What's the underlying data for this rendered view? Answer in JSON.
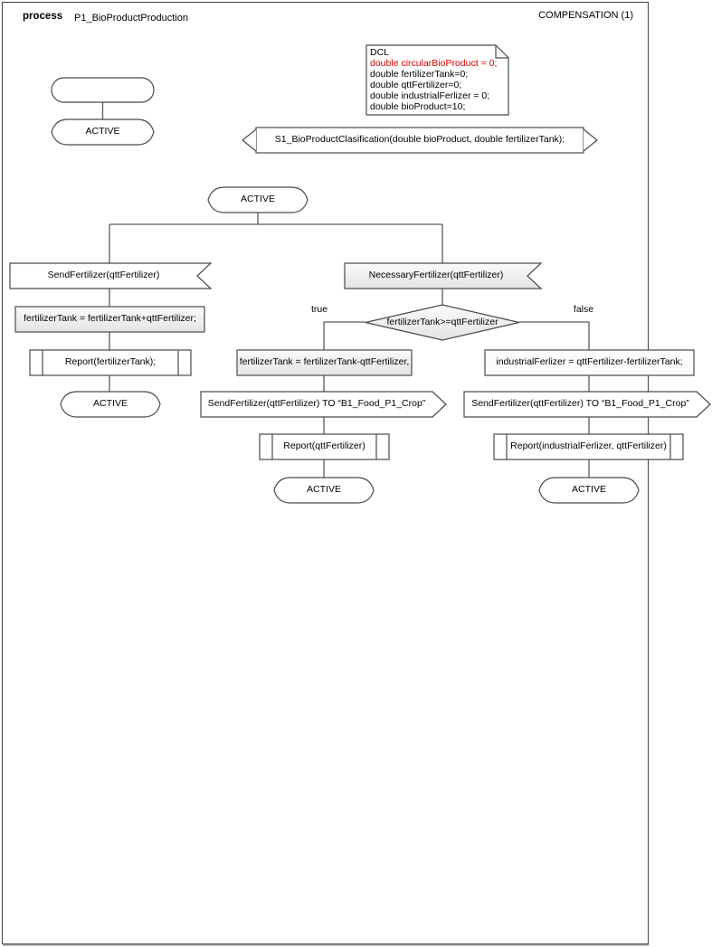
{
  "header": {
    "kind_label": "process",
    "process_name": "P1_BioProductProduction",
    "page_label": "COMPENSATION (1)"
  },
  "colors": {
    "shape_border": "#4a4a4a",
    "connector": "#5a5a5a",
    "declaration_red": "#d40000",
    "gray_fill_top": "#fbfbfb",
    "gray_fill_bottom": "#e4e4e4"
  },
  "declaration_note": {
    "title": "DCL",
    "lines": [
      {
        "text": "double circularBioProduct = 0;",
        "color": "#d40000"
      },
      {
        "text": "double fertilizerTank=0;",
        "color": "#000000"
      },
      {
        "text": "double qttFertilizer=0;",
        "color": "#000000"
      },
      {
        "text": "double industrialFerlizer = 0;",
        "color": "#000000"
      },
      {
        "text": "double bioProduct=10;",
        "color": "#000000"
      }
    ]
  },
  "signal_declaration": {
    "label": "S1_BioProductClasification(double bioProduct, double fertilizerTank);"
  },
  "states": {
    "initial": "ACTIVE",
    "main": "ACTIVE",
    "left_end": "ACTIVE",
    "true_end": "ACTIVE",
    "false_end": "ACTIVE"
  },
  "left_branch": {
    "input": "SendFertilizer(qttFertilizer)",
    "task": "fertilizerTank = fertilizerTank+qttFertilizer;",
    "procedure": "Report(fertilizerTank);"
  },
  "right_branch": {
    "input": "NecessaryFertilizer(qttFertilizer)"
  },
  "decision": {
    "condition": "fertilizerTank>=qttFertilizer",
    "true_label": "true",
    "false_label": "false"
  },
  "true_branch": {
    "task": "fertilizerTank = fertilizerTank-qttFertilizer,",
    "output": "SendFertilizer(qttFertilizer) TO “B1_Food_P1_Crop”",
    "procedure": "Report(qttFertilizer)"
  },
  "false_branch": {
    "task": "industrialFerlizer = qttFertilizer-fertilizerTank;",
    "output": "SendFertilizer(qttFertilizer) TO “B1_Food_P1_Crop”",
    "procedure": "Report(industrialFerlizer, qttFertilizer)"
  }
}
